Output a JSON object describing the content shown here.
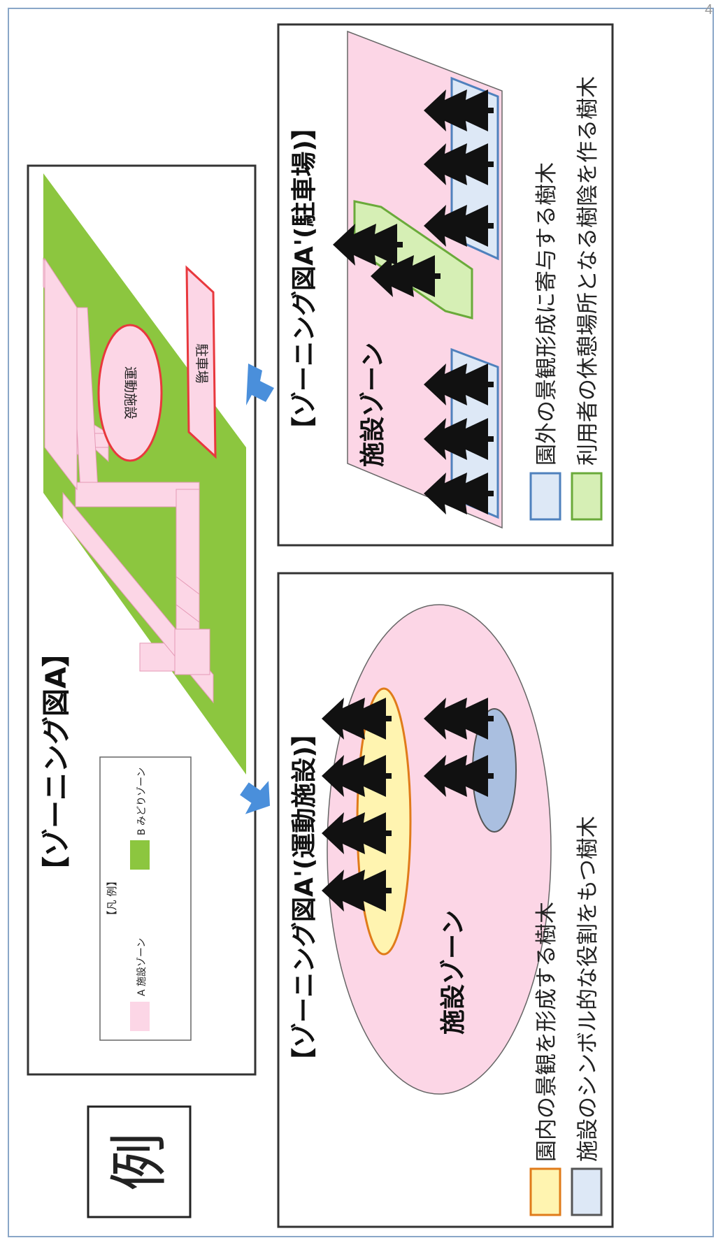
{
  "rei": "例",
  "page_number": "4",
  "zoning_a": {
    "title": "【ゾーニング図A】",
    "legend_title": "【凡 例】",
    "legend_a": "A 施設ゾーン",
    "legend_b": "B みどりゾーン",
    "sports_facility": "運動施設",
    "parking": "駐車場"
  },
  "zoning_sports": {
    "title": "【ゾーニング図A'(運動施設)】",
    "zone_label": "施設ゾーン",
    "legend": [
      "園内の景観を形成する樹木",
      "施設のシンボル的な役割をもつ樹木"
    ]
  },
  "zoning_parking": {
    "title": "【ゾーニング図A'(駐車場)】",
    "zone_label": "施設ゾーン",
    "legend": [
      "園外の景観形成に寄与する樹木",
      "利用者の休憩場所となる樹陰を作る樹木"
    ]
  },
  "colors": {
    "facility_zone": "#fcd6e6",
    "green_zone": "#8cc63f",
    "parking_outline": "#e8383d",
    "arrow": "#4a8fdb",
    "yellow_group": "#fff4b0",
    "orange_outline": "#e07b1a",
    "blue_group": "#dde8f6",
    "blue_outline": "#4f81bd",
    "light_green_group": "#d6efb5",
    "green_outline": "#6aaa3a",
    "gray_outline": "#555555",
    "symbol_blue": "#aabfe0"
  }
}
